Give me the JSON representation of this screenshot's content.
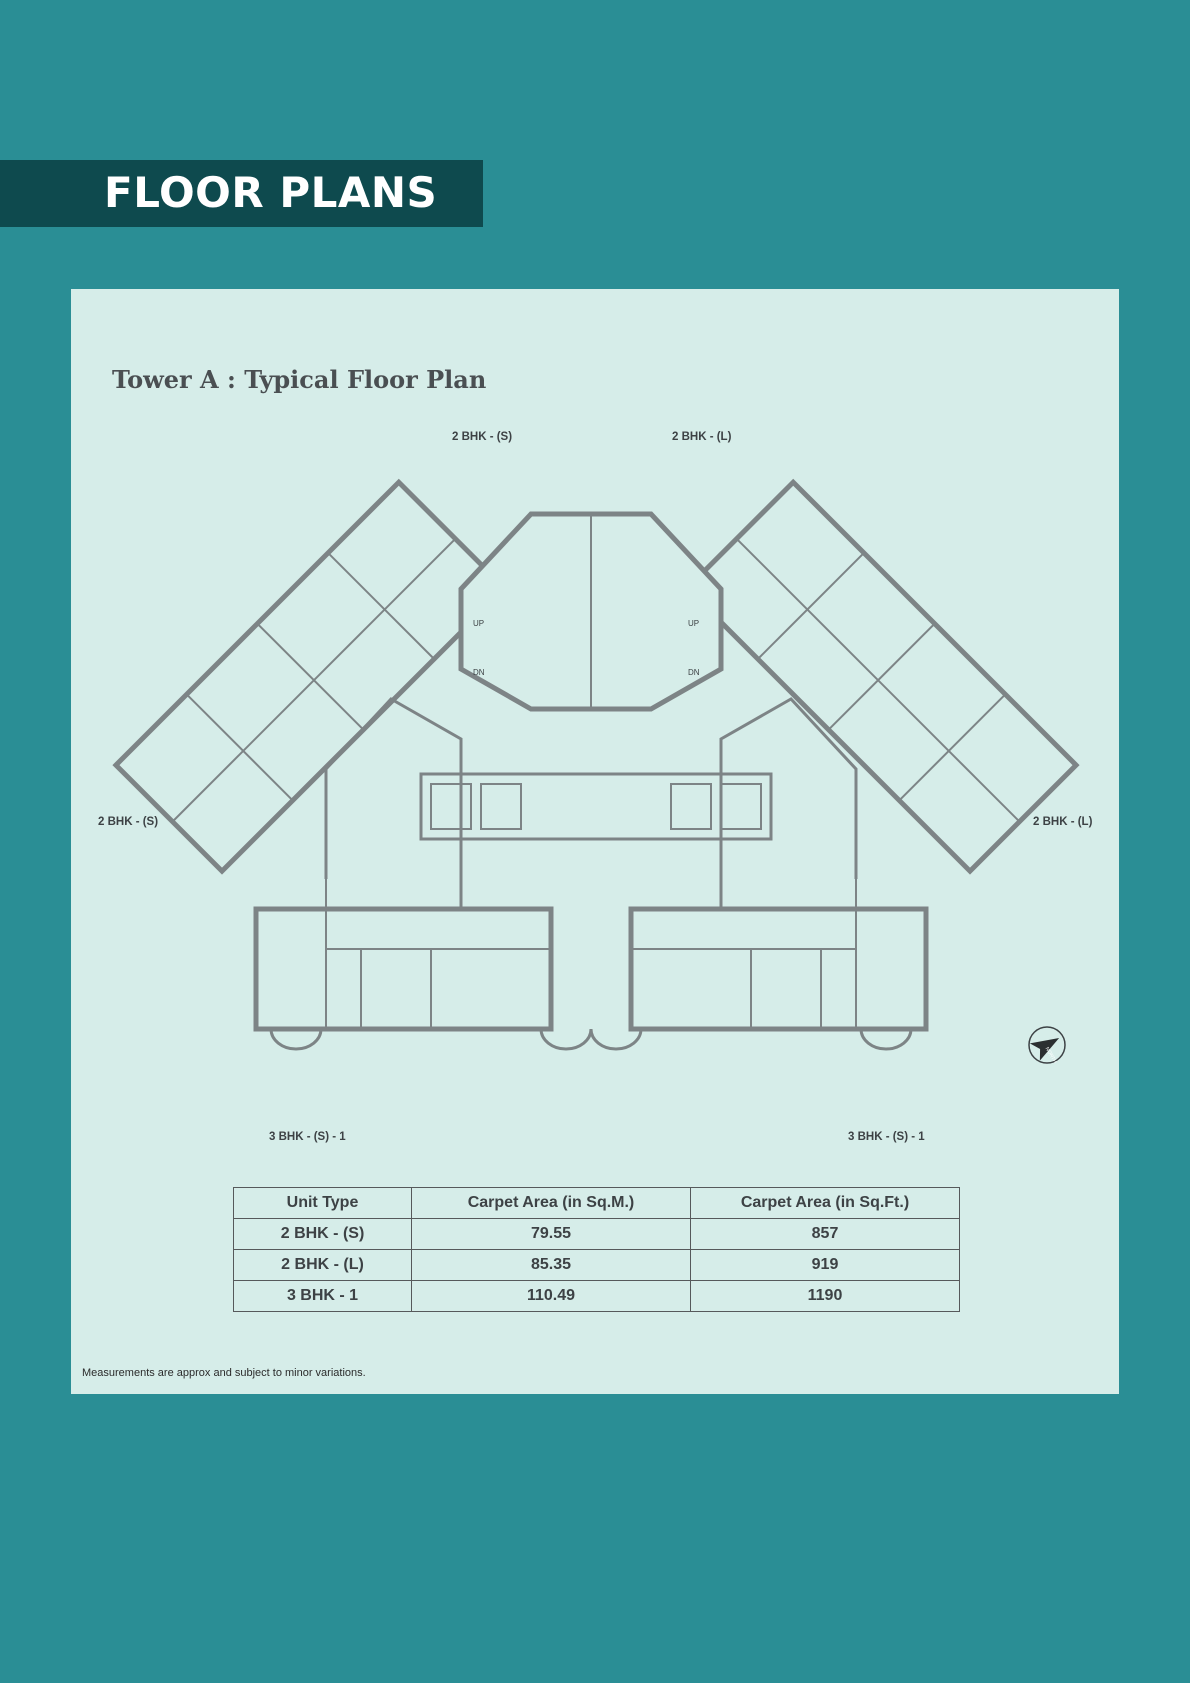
{
  "header": {
    "title": "FLOOR PLANS"
  },
  "plan": {
    "title": "Tower A : Typical Floor Plan",
    "unit_labels": {
      "top_left": "2 BHK - (S)",
      "top_right": "2 BHK - (L)",
      "mid_left": "2 BHK - (S)",
      "mid_right": "2 BHK - (L)",
      "bottom_left": "3 BHK - (S) - 1",
      "bottom_right": "3 BHK - (S) - 1"
    },
    "stair_up": "UP",
    "stair_down": "DN",
    "north_label": "NORTH"
  },
  "table": {
    "headers": [
      "Unit Type",
      "Carpet Area (in Sq.M.)",
      "Carpet Area (in Sq.Ft.)"
    ],
    "rows": [
      [
        "2 BHK - (S)",
        "79.55",
        "857"
      ],
      [
        "2 BHK - (L)",
        "85.35",
        "919"
      ],
      [
        "3 BHK - 1",
        "110.49",
        "1190"
      ]
    ]
  },
  "footnote": "Measurements are approx and subject to minor variations."
}
